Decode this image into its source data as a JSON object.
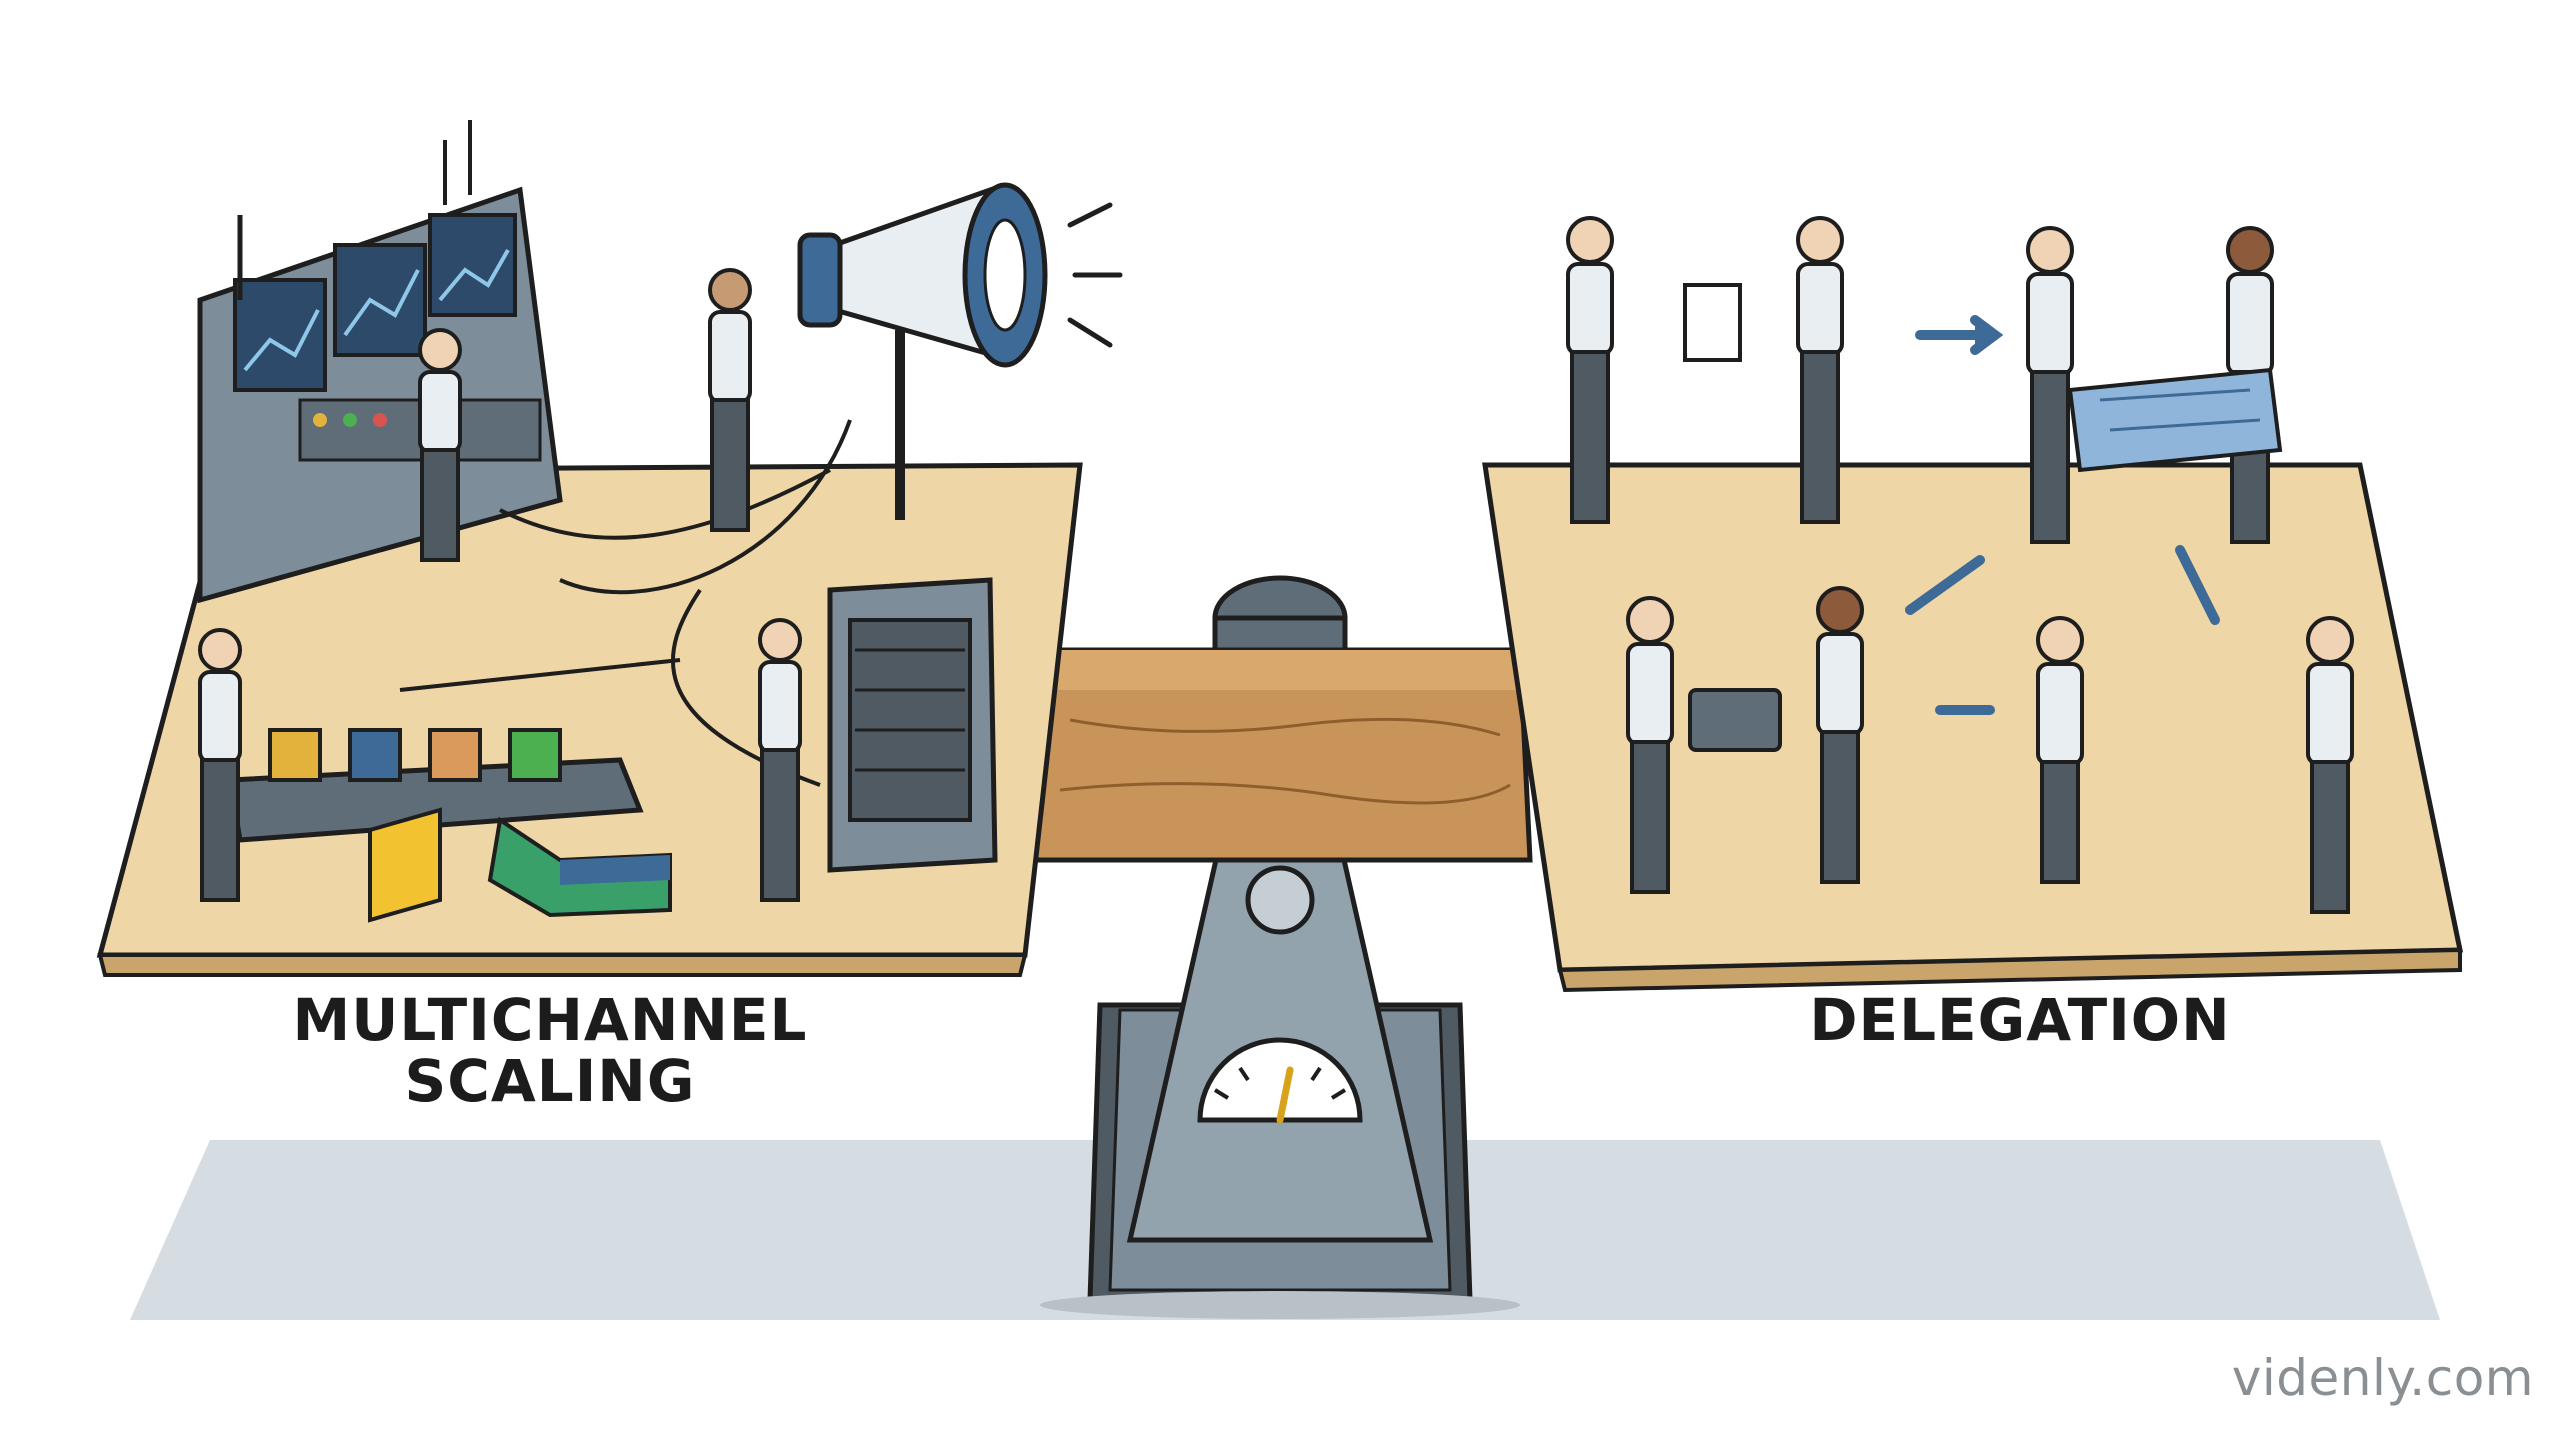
{
  "labels": {
    "left_title_line1": "MULTICHANNEL",
    "left_title_line2": "SCALING",
    "right_title": "DELEGATION"
  },
  "watermark": "videnly.com",
  "colors": {
    "board": "#efd6a6",
    "board_edge": "#c9a56c",
    "plank": "#c8945a",
    "metal": "#7d8d99",
    "shadow": "#d5dce2",
    "accent_blue": "#3d6a96",
    "outline": "#1e1e1e"
  }
}
